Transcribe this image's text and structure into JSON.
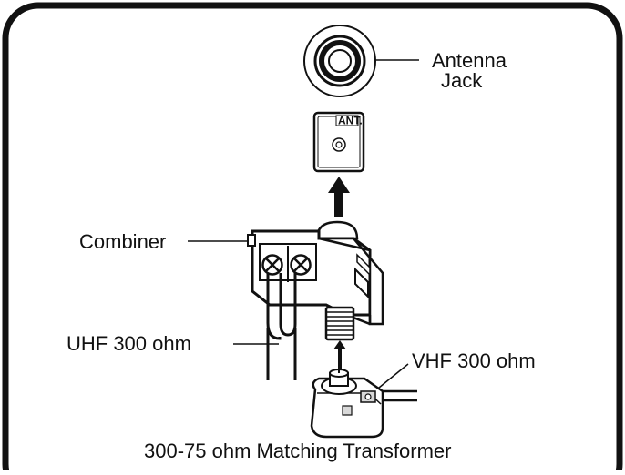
{
  "diagram": {
    "labels": {
      "antenna_jack_line1": "Antenna",
      "antenna_jack_line2": "Jack",
      "ant_badge": "ANT.",
      "combiner": "Combiner",
      "uhf": "UHF 300 ohm",
      "vhf": "VHF 300 ohm",
      "transformer": "300-75 ohm Matching Transformer"
    },
    "colors": {
      "ink": "#111111",
      "background": "#ffffff",
      "shade": "#d9d9d9"
    }
  }
}
